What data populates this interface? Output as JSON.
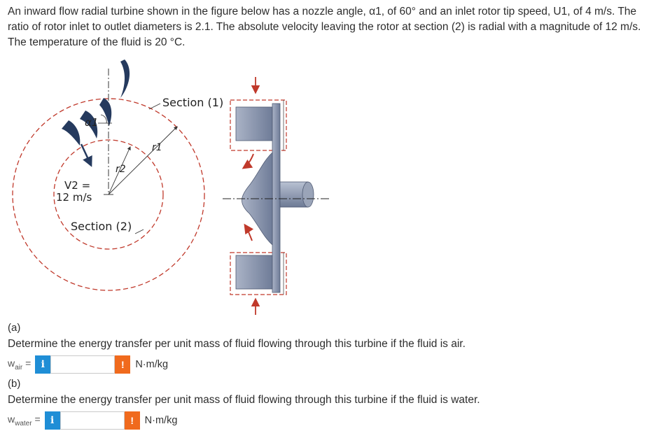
{
  "problem": {
    "statement": "An inward flow radial turbine shown in the figure below has a nozzle angle, α1, of 60° and an inlet rotor tip speed, U1, of 4 m/s. The ratio of rotor inlet to outlet diameters is 2.1. The absolute velocity leaving the rotor at section (2) is radial with a magnitude of 12 m/s. The temperature of the fluid is 20 °C."
  },
  "figure": {
    "section1_label": "Section (1)",
    "section2_label": "Section (2)",
    "r1_label": "r1",
    "r2_label": "r2",
    "alpha_label": "α1",
    "v2_label": "V2 =",
    "v2_value": "12 m/s",
    "colors": {
      "dashed_circle": "#c0392b",
      "arrow": "#c0392b",
      "blade": "#253a5e",
      "rotor_fill": "#8f9bb3"
    }
  },
  "part_a": {
    "label": "(a)",
    "question": "Determine the energy transfer per unit mass of fluid flowing through this turbine if the fluid is air.",
    "var_base": "w",
    "var_sub": "air",
    "eq": "=",
    "info_icon": "i",
    "warn_icon": "!",
    "value": "",
    "unit": "N·m/kg"
  },
  "part_b": {
    "label": "(b)",
    "question": "Determine the energy transfer per unit mass of fluid flowing through this turbine if the fluid is water.",
    "var_base": "w",
    "var_sub": "water",
    "eq": "=",
    "info_icon": "i",
    "warn_icon": "!",
    "value": "",
    "unit": "N·m/kg"
  }
}
